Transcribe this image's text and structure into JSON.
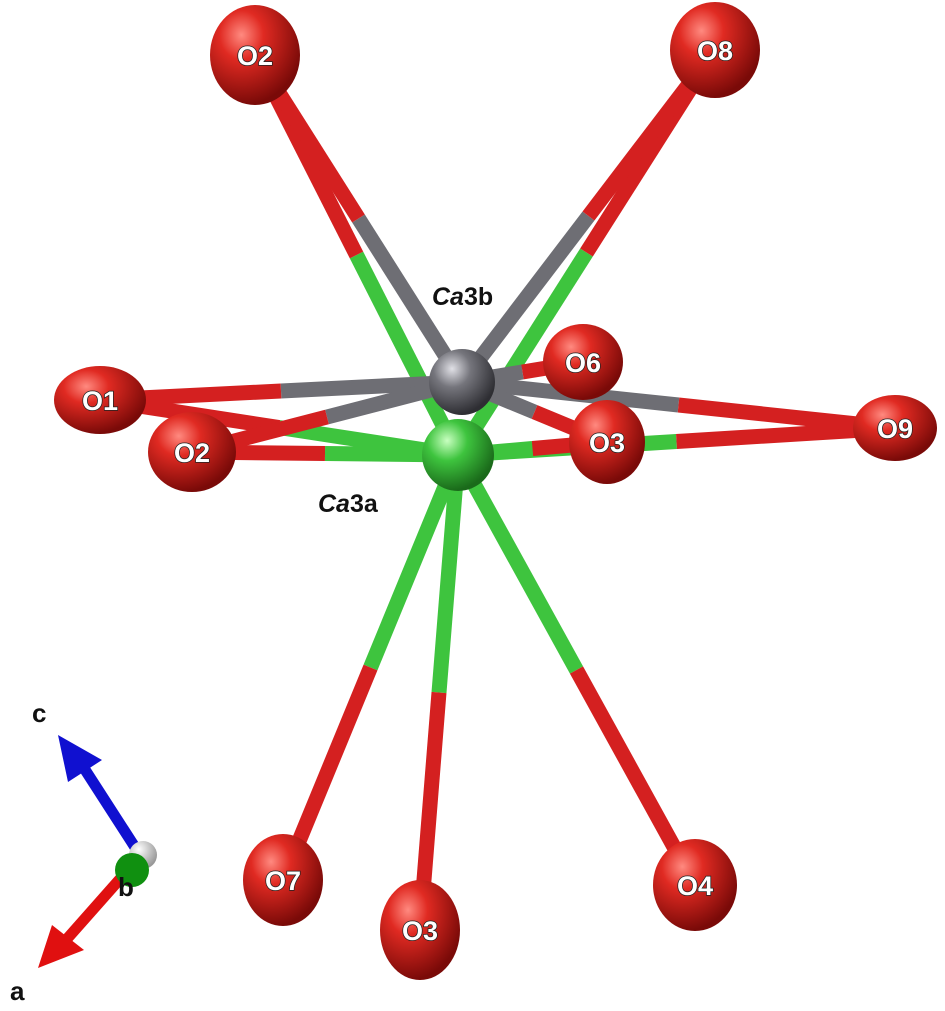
{
  "title": "Ca3 coordination environment",
  "colors": {
    "oxygen": "#d42020",
    "ca3a": "#3ec43e",
    "ca3b": "#6e6e74",
    "axis_a": "#e01010",
    "axis_b": "#109010",
    "axis_c": "#1010d0"
  },
  "centers": [
    {
      "id": "ca3b",
      "label_italic": "Ca",
      "label_rest": "3b"
    },
    {
      "id": "ca3a",
      "label_italic": "Ca",
      "label_rest": "3a"
    }
  ],
  "oxygens": [
    {
      "id": "o2top",
      "label": "O2"
    },
    {
      "id": "o8",
      "label": "O8"
    },
    {
      "id": "o1",
      "label": "O1"
    },
    {
      "id": "o2left",
      "label": "O2"
    },
    {
      "id": "o6",
      "label": "O6"
    },
    {
      "id": "o9",
      "label": "O9"
    },
    {
      "id": "o3mid",
      "label": "O3"
    },
    {
      "id": "o7",
      "label": "O7"
    },
    {
      "id": "o3bot",
      "label": "O3"
    },
    {
      "id": "o4",
      "label": "O4"
    }
  ],
  "axes": {
    "a": "a",
    "b": "b",
    "c": "c"
  }
}
